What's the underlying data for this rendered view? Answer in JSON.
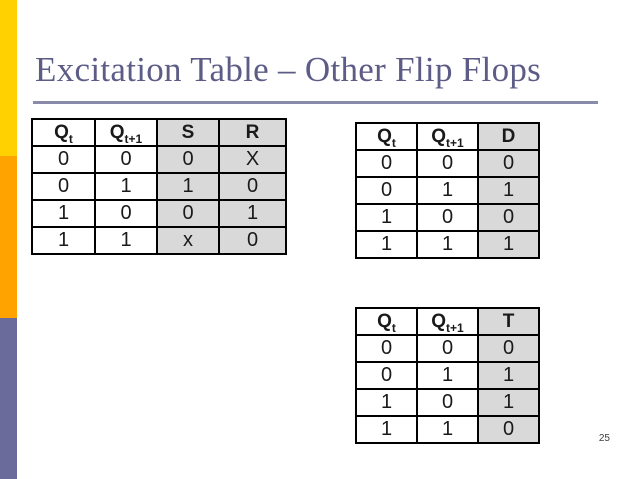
{
  "slide": {
    "title": "Excitation Table – Other Flip Flops",
    "page_number": "25"
  },
  "colors": {
    "title_text": "#5C5C87",
    "title_rule": "#8A8AAB",
    "accent_yellow": "#FFD100",
    "accent_orange": "#FFA300",
    "accent_blue": "#6B6B9B",
    "shaded_cell": "#D9D9D9",
    "table_border": "#000000"
  },
  "tables": [
    {
      "name": "sr-flip-flop-excitation-table",
      "headers": [
        {
          "text": "Q",
          "sub": "t"
        },
        {
          "text": "Q",
          "sub": "t+1"
        },
        {
          "text": "S",
          "sub": ""
        },
        {
          "text": "R",
          "sub": ""
        }
      ],
      "shaded_columns": [
        2,
        3
      ],
      "rows": [
        [
          "0",
          "0",
          "0",
          "X"
        ],
        [
          "0",
          "1",
          "1",
          "0"
        ],
        [
          "1",
          "0",
          "0",
          "1"
        ],
        [
          "1",
          "1",
          "x",
          "0"
        ]
      ]
    },
    {
      "name": "d-flip-flop-excitation-table",
      "headers": [
        {
          "text": "Q",
          "sub": "t"
        },
        {
          "text": "Q",
          "sub": "t+1"
        },
        {
          "text": "D",
          "sub": ""
        }
      ],
      "shaded_columns": [
        2
      ],
      "rows": [
        [
          "0",
          "0",
          "0"
        ],
        [
          "0",
          "1",
          "1"
        ],
        [
          "1",
          "0",
          "0"
        ],
        [
          "1",
          "1",
          "1"
        ]
      ]
    },
    {
      "name": "t-flip-flop-excitation-table",
      "headers": [
        {
          "text": "Q",
          "sub": "t"
        },
        {
          "text": "Q",
          "sub": "t+1"
        },
        {
          "text": "T",
          "sub": ""
        }
      ],
      "shaded_columns": [
        2
      ],
      "rows": [
        [
          "0",
          "0",
          "0"
        ],
        [
          "0",
          "1",
          "1"
        ],
        [
          "1",
          "0",
          "1"
        ],
        [
          "1",
          "1",
          "0"
        ]
      ]
    }
  ]
}
